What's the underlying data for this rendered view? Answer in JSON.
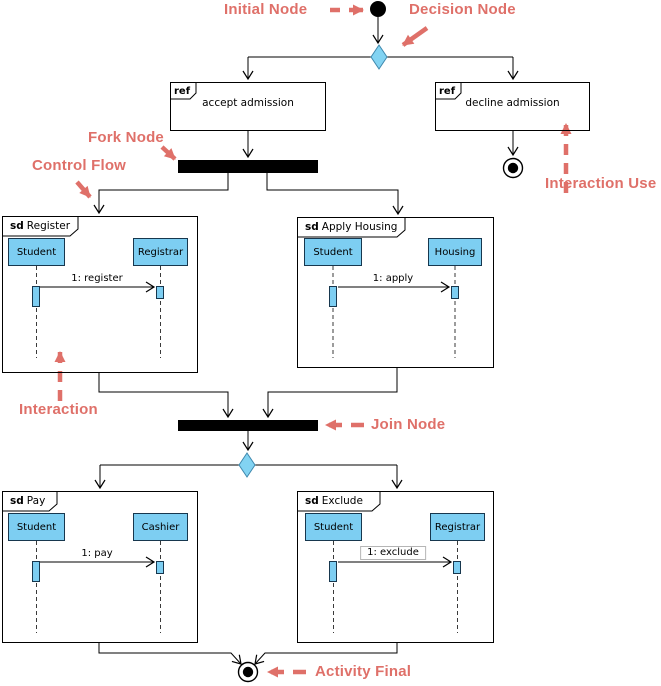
{
  "colors": {
    "annotation": "#DF7069",
    "node_fill": "#82D3F2",
    "node_stroke": "#3F88AD",
    "lifeline_fill": "#7DCEF2",
    "lifeline_border": "#17374E"
  },
  "annotations": {
    "initial_node": "Initial Node",
    "decision_node": "Decision Node",
    "fork_node": "Fork Node",
    "control_flow": "Control Flow",
    "interaction_use": "Interaction Use",
    "interaction": "Interaction",
    "join_node": "Join Node",
    "activity_final": "Activity Final"
  },
  "refs": {
    "accept": {
      "tag": "ref",
      "label": "accept admission"
    },
    "decline": {
      "tag": "ref",
      "label": "decline admission"
    }
  },
  "frames": {
    "register": {
      "keyword": "sd",
      "name": "Register",
      "lifelines": {
        "left": "Student",
        "right": "Registrar"
      },
      "message": "1: register"
    },
    "apply_housing": {
      "keyword": "sd",
      "name": "Apply Housing",
      "lifelines": {
        "left": "Student",
        "right": "Housing"
      },
      "message": "1: apply"
    },
    "pay": {
      "keyword": "sd",
      "name": "Pay",
      "lifelines": {
        "left": "Student",
        "right": "Cashier"
      },
      "message": "1: pay"
    },
    "exclude": {
      "keyword": "sd",
      "name": "Exclude",
      "lifelines": {
        "left": "Student",
        "right": "Registrar"
      },
      "message": "1: exclude"
    }
  }
}
